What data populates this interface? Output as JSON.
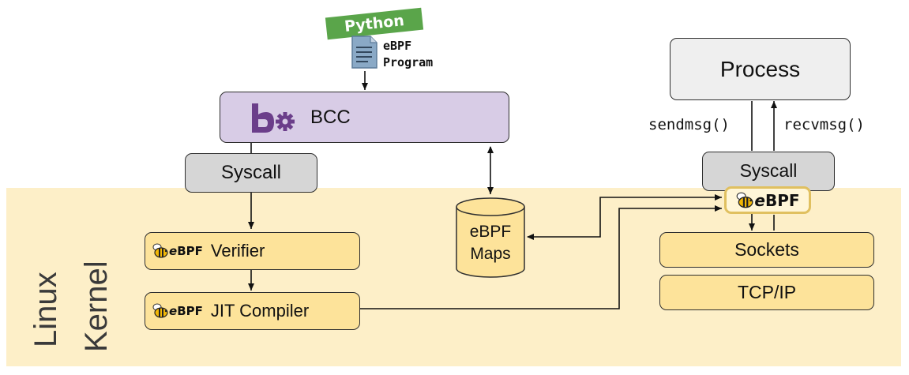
{
  "top": {
    "tag": "Python",
    "file_label_line1": "eBPF",
    "file_label_line2": "Program"
  },
  "bcc": {
    "label": "BCC"
  },
  "left_syscall": {
    "label": "Syscall"
  },
  "kernel": {
    "line1": "Linux",
    "line2": "Kernel"
  },
  "verifier": {
    "logo_e": "e",
    "logo_bpf": "BPF",
    "label": "Verifier"
  },
  "jit": {
    "logo_e": "e",
    "logo_bpf": "BPF",
    "label": "JIT Compiler"
  },
  "maps": {
    "line1": "eBPF",
    "line2": "Maps"
  },
  "process": {
    "label": "Process"
  },
  "calls": {
    "send": "sendmsg()",
    "recv": "recvmsg()"
  },
  "right_syscall": {
    "label": "Syscall"
  },
  "hook": {
    "logo_e": "e",
    "logo_bpf": "BPF"
  },
  "sockets": {
    "label": "Sockets"
  },
  "tcpip": {
    "label": "TCP/IP"
  },
  "colors": {
    "kernel_bg": "#fdefc8",
    "yellow_box": "#fde39a",
    "gray_box": "#d6d6d6",
    "bcc_box": "#d8cce6",
    "bcc_logo": "#6b3e8a",
    "python_tag": "#5aa54a"
  },
  "icons": [
    "bee-icon",
    "file-icon",
    "bcc-gear-icon"
  ]
}
